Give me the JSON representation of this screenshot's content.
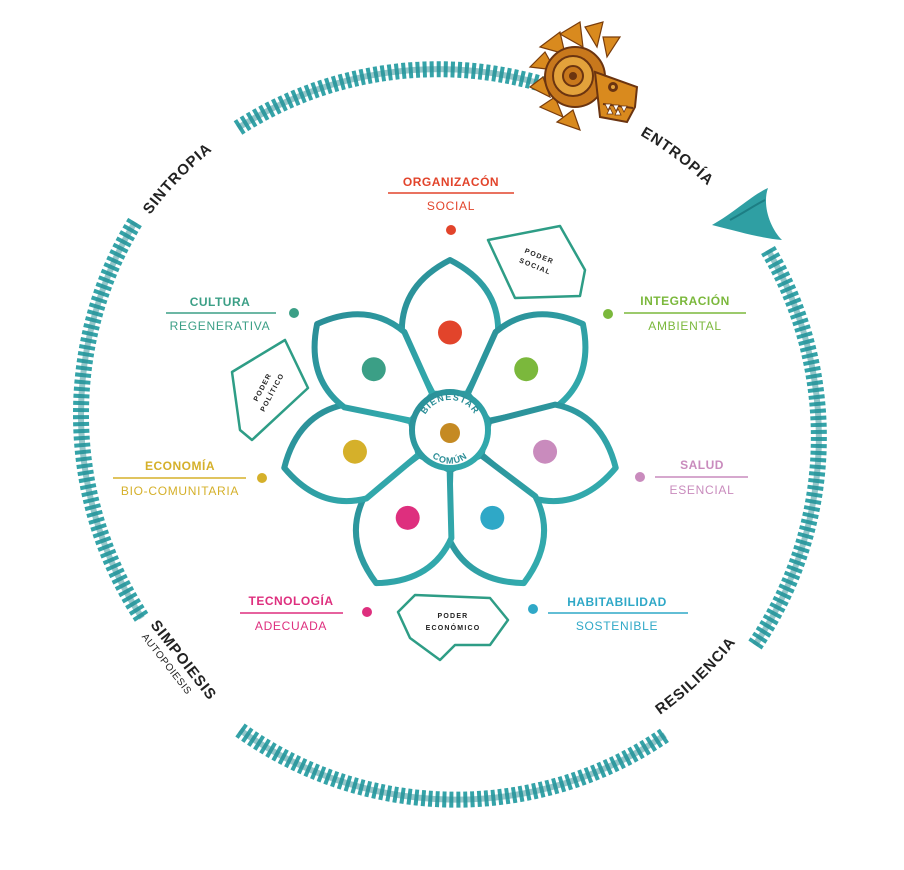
{
  "colors": {
    "teal": "#2f9a9e",
    "teal_dark": "#26757c",
    "ring": "#34a3a8",
    "organizacion": "#e2442b",
    "cultura": "#3b9f86",
    "integracion": "#7bb83c",
    "economia": "#d5b02a",
    "salud": "#c98bbd",
    "tecnologia": "#de2f7e",
    "habitabilidad": "#2fa8c7",
    "center_dot": "#c58a23",
    "poder_border": "#2e9d86"
  },
  "cycle": {
    "sintropia": "SINTROPIA",
    "entropia": "ENTROPÍA",
    "simpoiesis": "SIMPOIESIS",
    "autopoiesis": "AUTOPOIESIS",
    "resiliencia": "RESILIENCIA",
    "serpent_head_icon": "quetzalcoatl-head-icon",
    "serpent_tail_icon": "serpent-tail-icon"
  },
  "center": {
    "line1": "BIENESTAR",
    "line2": "COMÚN"
  },
  "dimensions": {
    "organizacion": {
      "title": "ORGANIZACÓN",
      "subtitle": "SOCIAL"
    },
    "integracion": {
      "title": "INTEGRACIÓN",
      "subtitle": "AMBIENTAL"
    },
    "salud": {
      "title": "SALUD",
      "subtitle": "ESENCIAL"
    },
    "habitabilidad": {
      "title": "HABITABILIDAD",
      "subtitle": "SOSTENIBLE"
    },
    "tecnologia": {
      "title": "TECNOLOGÍA",
      "subtitle": "ADECUADA"
    },
    "economia": {
      "title": "ECONOMÍA",
      "subtitle": "BIO-COMUNITARIA"
    },
    "cultura": {
      "title": "CULTURA",
      "subtitle": "REGENERATIVA"
    }
  },
  "poderes": {
    "social": {
      "line1": "PODER",
      "line2": "SOCIAL"
    },
    "politico": {
      "line1": "PODER",
      "line2": "POLÍTICO"
    },
    "economico": {
      "line1": "PODER",
      "line2": "ECONÓMICO"
    }
  }
}
